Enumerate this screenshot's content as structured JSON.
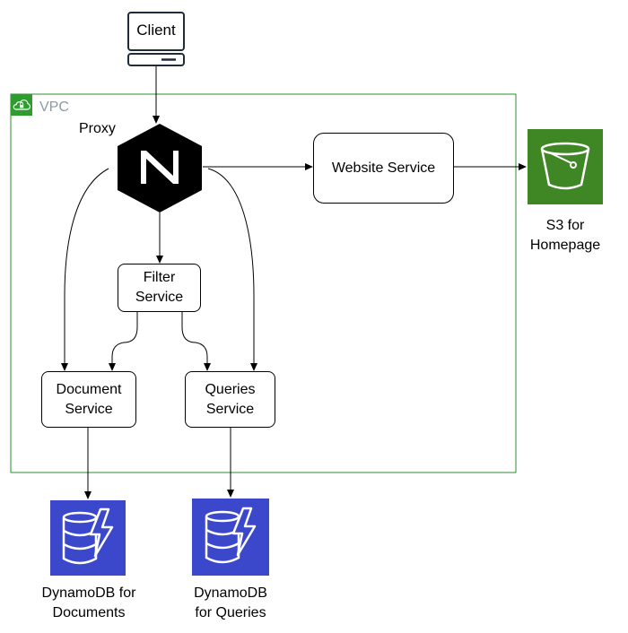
{
  "client": {
    "label": "Client"
  },
  "vpc": {
    "label": "VPC"
  },
  "proxy": {
    "label": "Proxy",
    "logo_letter": "N"
  },
  "services": {
    "website": "Website Service",
    "filter": [
      "Filter",
      "Service"
    ],
    "document": [
      "Document",
      "Service"
    ],
    "queries": [
      "Queries",
      "Service"
    ]
  },
  "stores": {
    "s3": [
      "S3 for",
      "Homepage"
    ],
    "dynamo_documents": [
      "DynamoDB for",
      "Documents"
    ],
    "dynamo_queries": [
      "DynamoDB",
      "for Queries"
    ]
  },
  "colors": {
    "vpc_border": "#2e8b2e",
    "vpc_icon": "#2e9c2e",
    "vpc_label": "#8c9aa3",
    "s3_green": "#3f8624",
    "dynamodb_blue": "#3b48cc",
    "nginx_black": "#000000"
  },
  "icons": [
    "cloud-lock-icon",
    "computer-icon",
    "nginx-icon",
    "s3-bucket-icon",
    "dynamodb-icon"
  ]
}
